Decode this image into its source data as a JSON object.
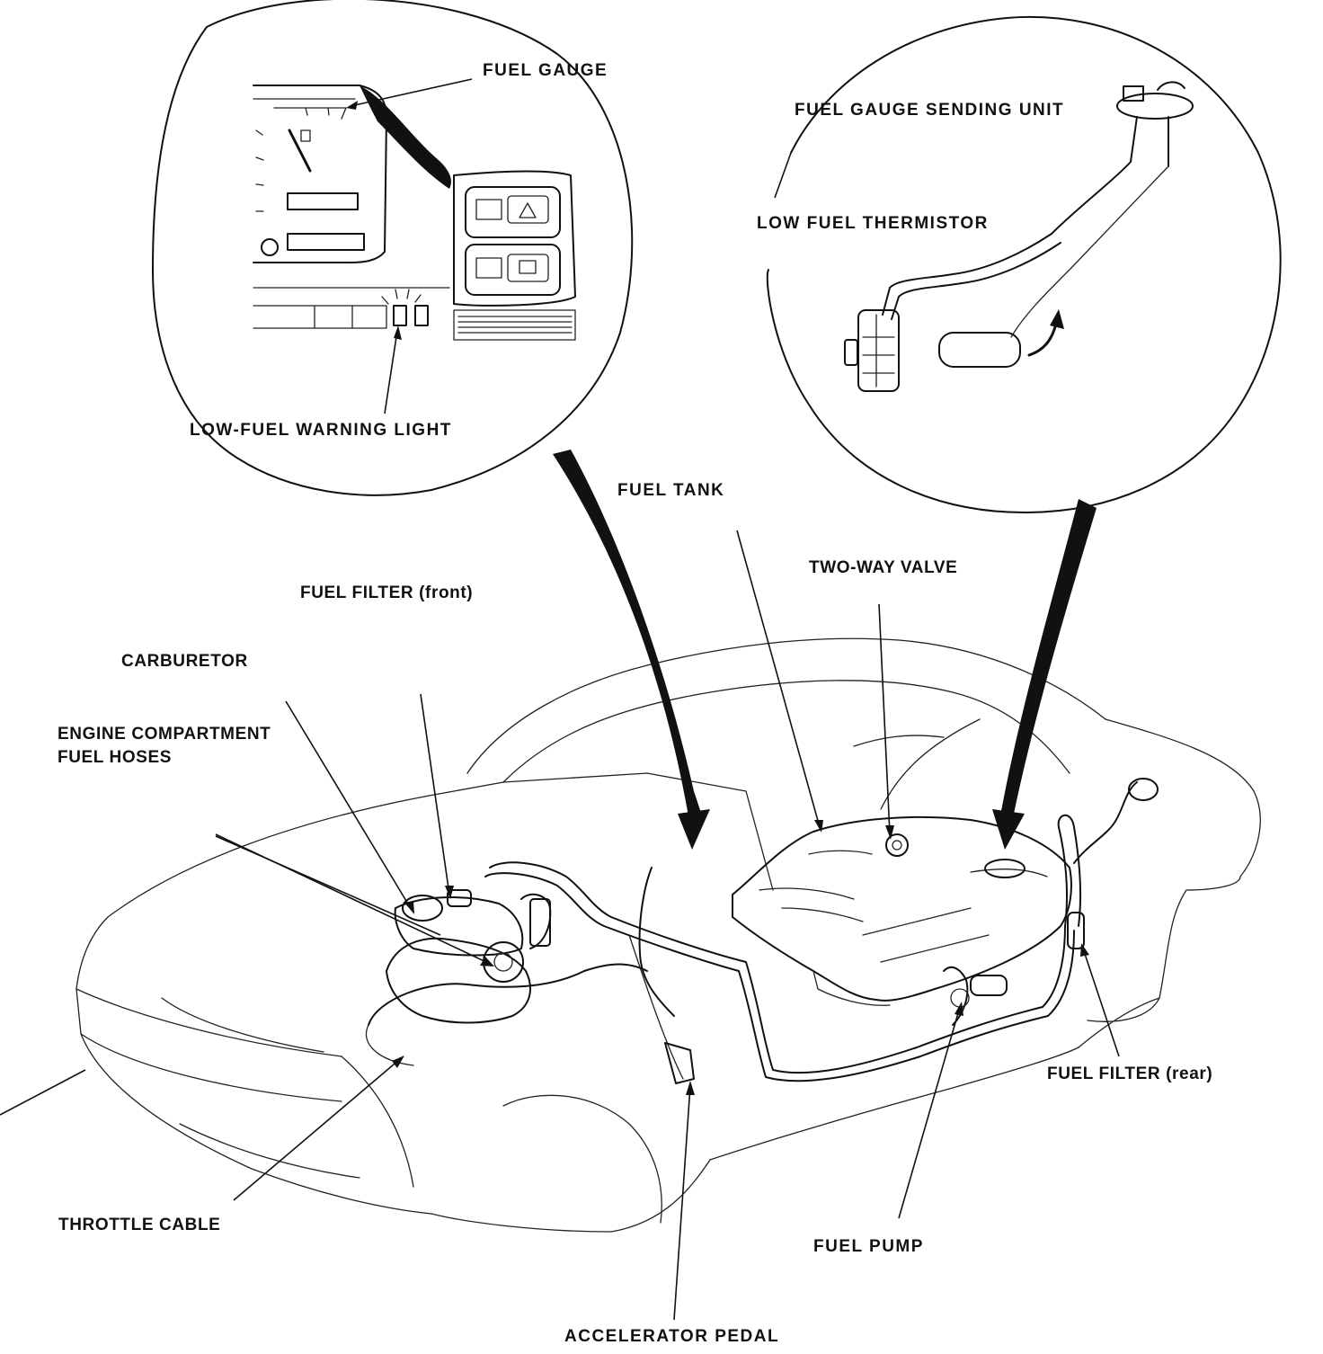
{
  "labels": {
    "fuel_gauge": "FUEL GAUGE",
    "fuel_gauge_sending_unit": "FUEL GAUGE SENDING UNIT",
    "low_fuel_thermistor": "LOW FUEL THERMISTOR",
    "low_fuel_warning_light": "LOW-FUEL WARNING LIGHT",
    "fuel_tank": "FUEL TANK",
    "two_way_valve": "TWO-WAY VALVE",
    "fuel_filter_front": "FUEL FILTER (front)",
    "carburetor": "CARBURETOR",
    "engine_compartment_line1": "ENGINE COMPARTMENT",
    "engine_compartment_line2": "FUEL HOSES",
    "fuel_filter_rear": "FUEL FILTER (rear)",
    "throttle_cable": "THROTTLE CABLE",
    "fuel_pump": "FUEL PUMP",
    "accelerator_pedal": "ACCELERATOR PEDAL"
  },
  "colors": {
    "ink": "#111111",
    "paper": "#ffffff"
  }
}
